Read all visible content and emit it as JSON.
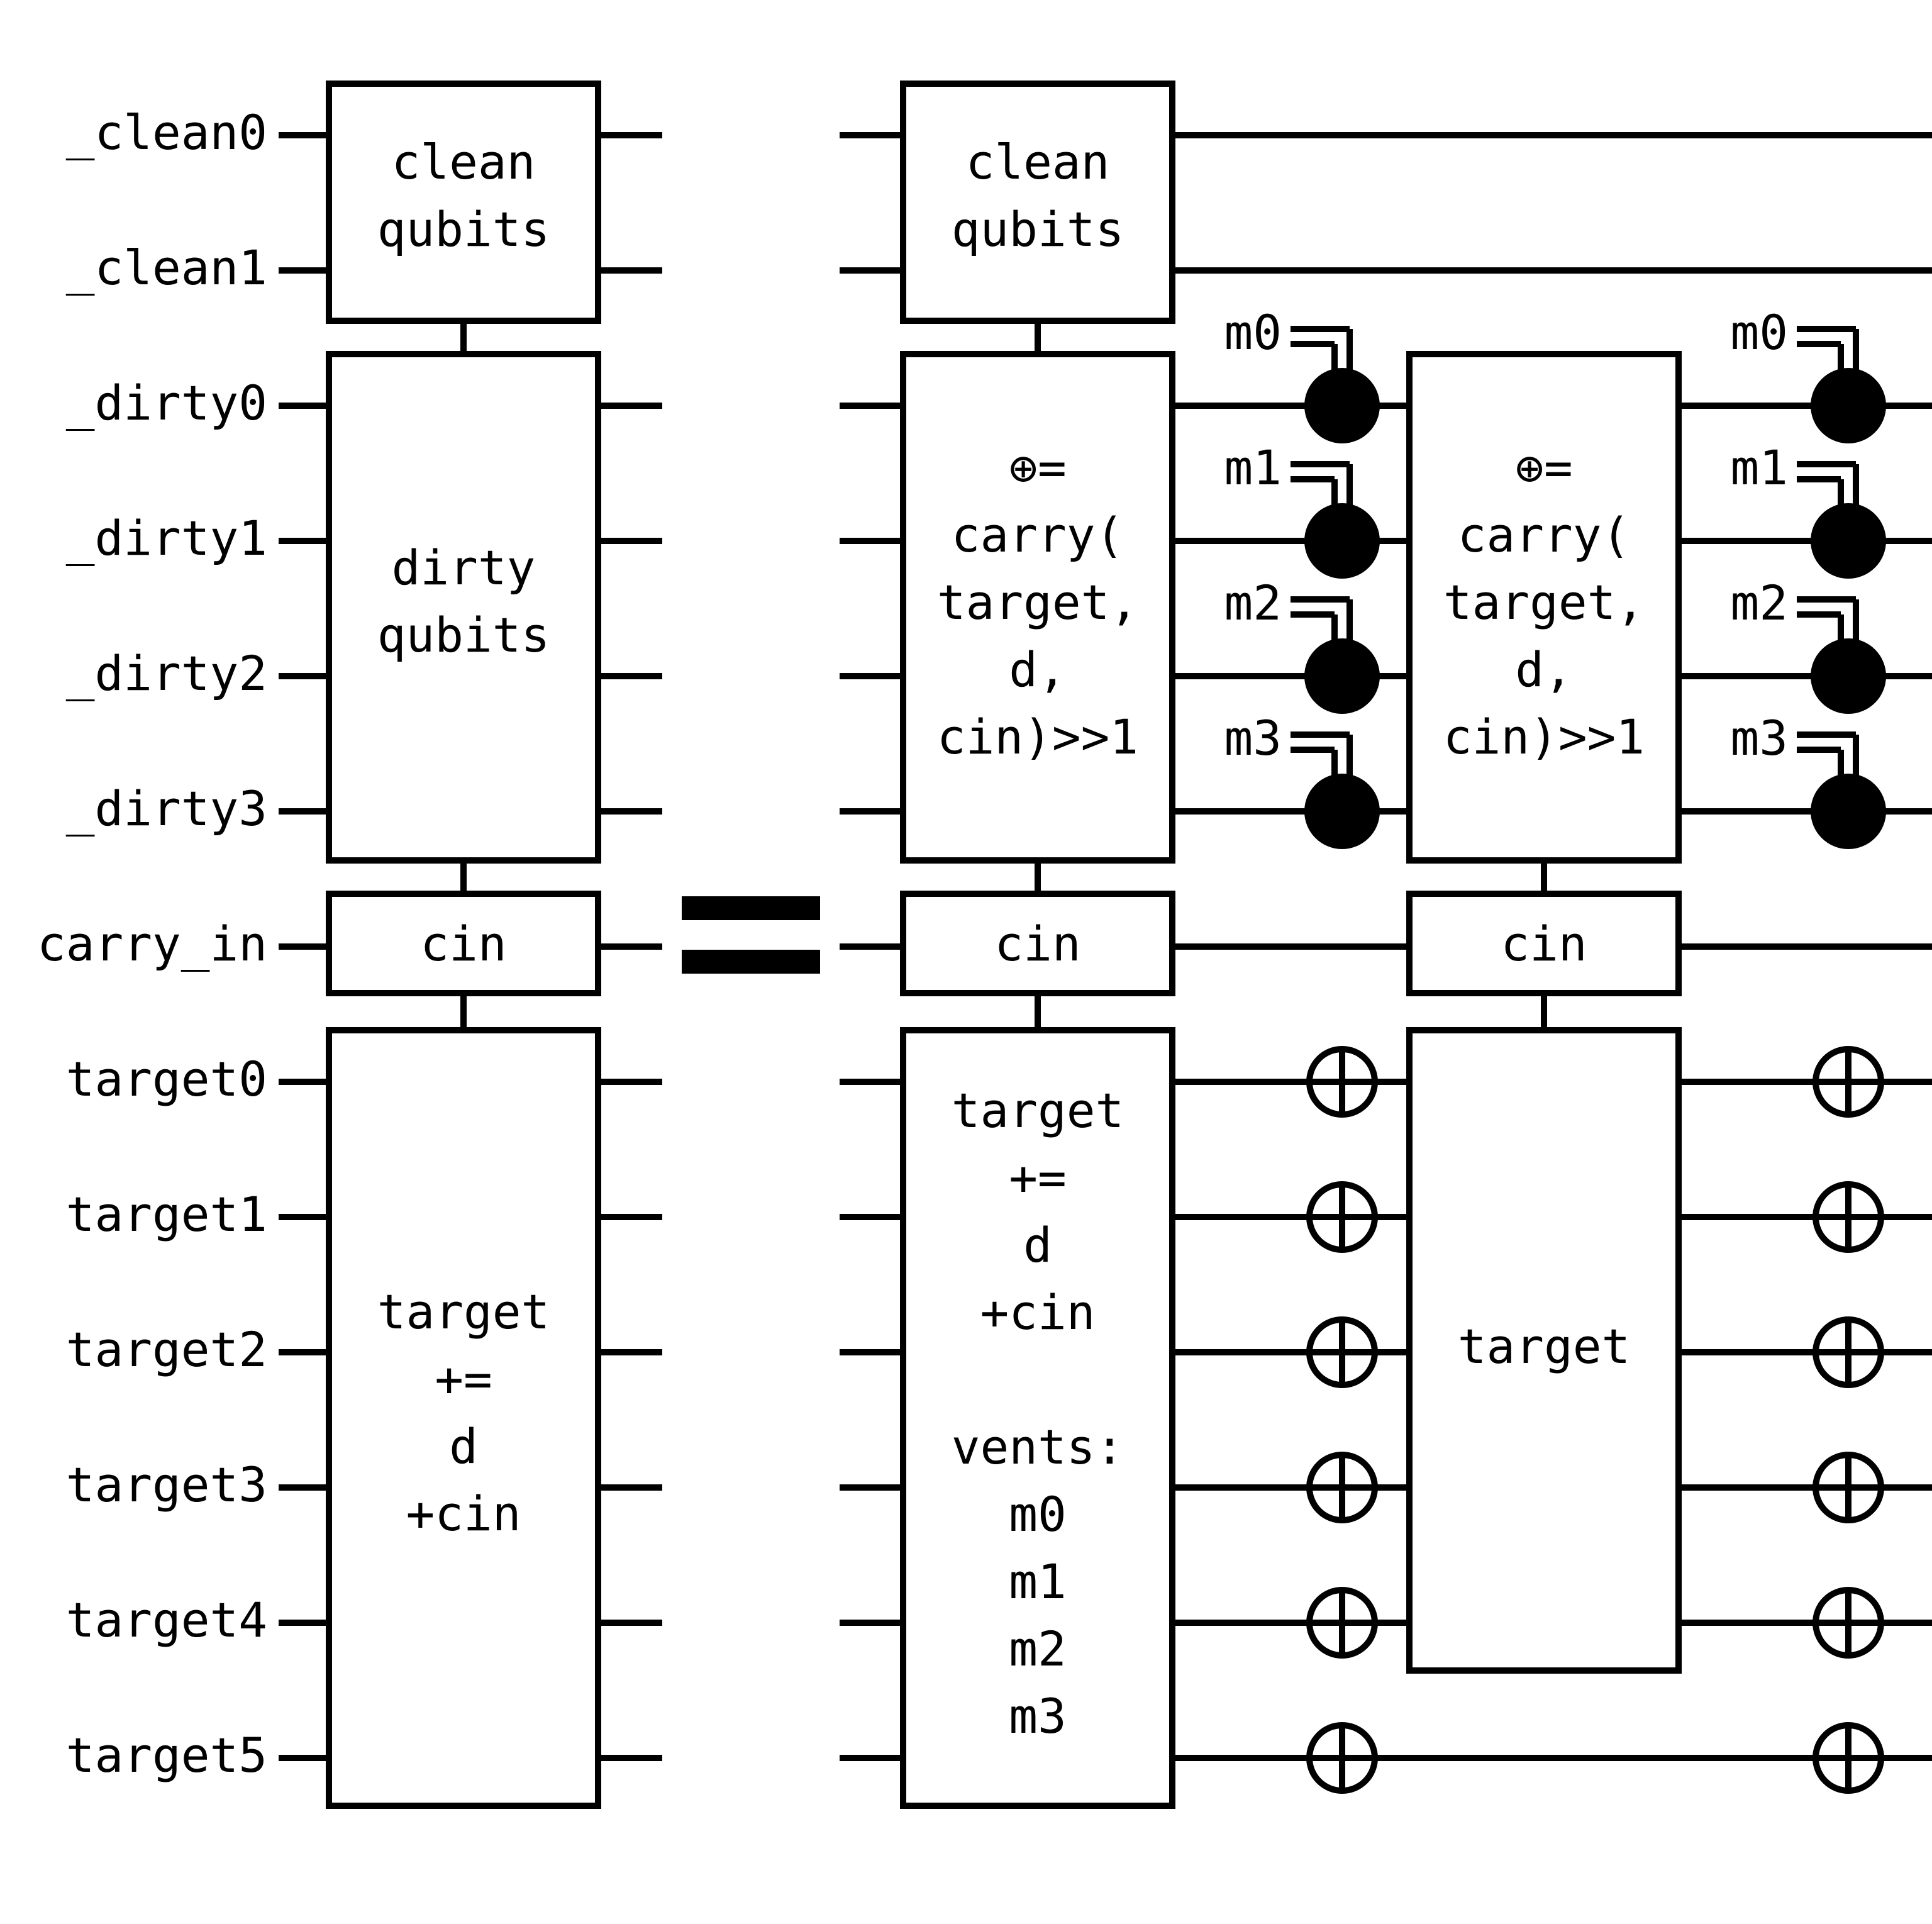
{
  "wire_labels": [
    "_clean0",
    "_clean1",
    "_dirty0",
    "_dirty1",
    "_dirty2",
    "_dirty3",
    "carry_in",
    "target0",
    "target1",
    "target2",
    "target3",
    "target4",
    "target5"
  ],
  "left_gates": {
    "clean": [
      "clean",
      "qubits"
    ],
    "dirty": [
      "dirty",
      "qubits"
    ],
    "cin": "cin",
    "target": [
      "target",
      "+=",
      "d",
      "+cin"
    ]
  },
  "equals_sign": "=",
  "right_gates": {
    "clean": [
      "clean",
      "qubits"
    ],
    "carry": [
      "⊕=",
      "carry(",
      "target,",
      "d,",
      "cin)>>1"
    ],
    "cin": "cin",
    "target_add": [
      "target",
      "+=",
      "d",
      "+cin",
      "",
      "vents:",
      "m0",
      "m1",
      "m2",
      "m3"
    ],
    "carry2": [
      "⊕=",
      "carry(",
      "target,",
      "d,",
      "cin)>>1"
    ],
    "cin2": "cin",
    "target2": [
      "target"
    ]
  },
  "measurements": [
    "m0",
    "m1",
    "m2",
    "m3"
  ]
}
